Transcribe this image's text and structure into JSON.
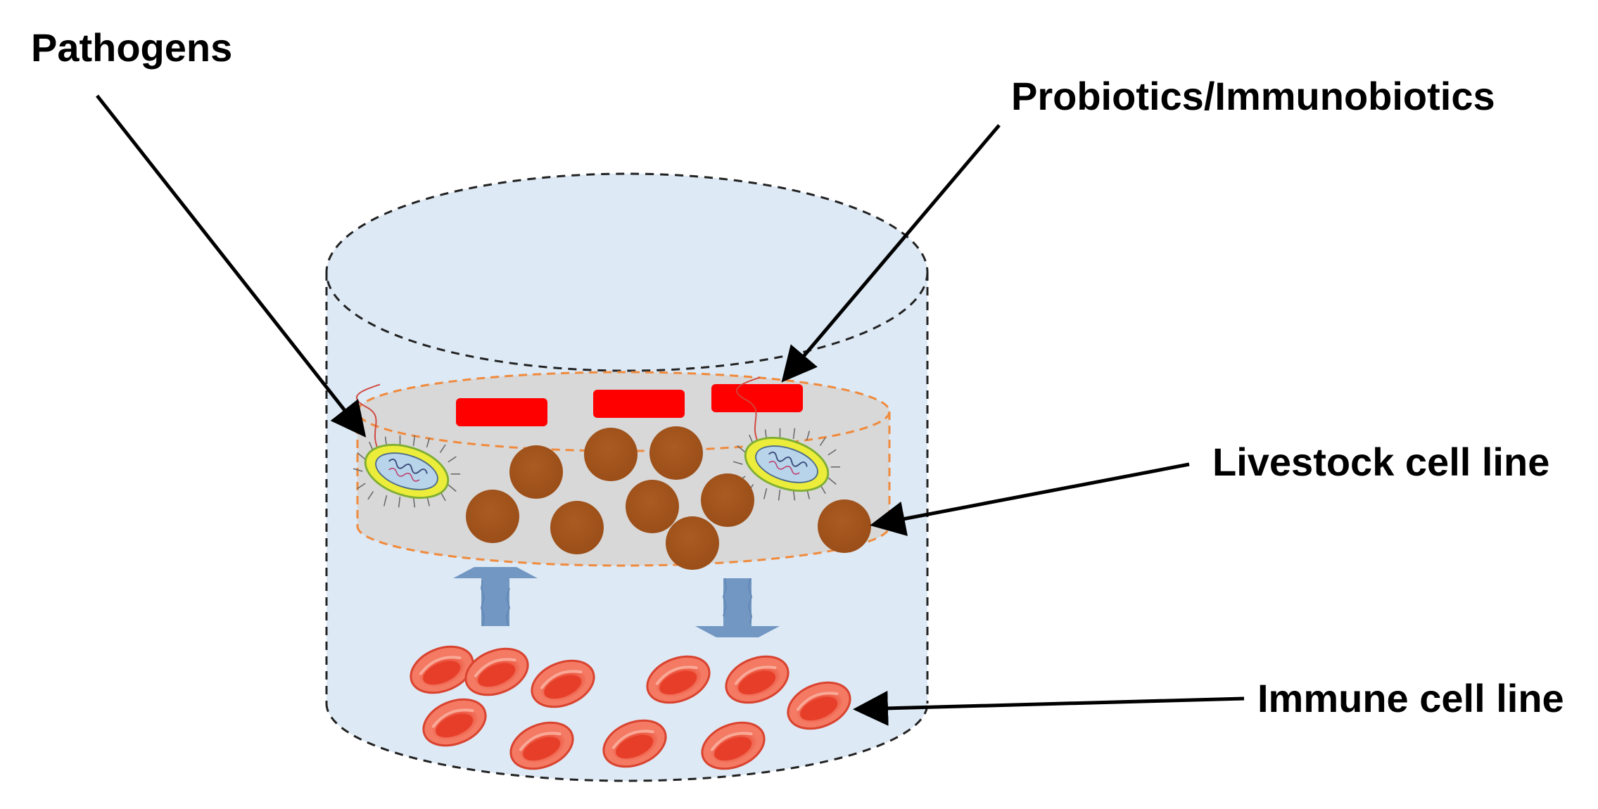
{
  "labels": {
    "pathogens": "Pathogens",
    "probiotics": "Probiotics/Immunobiotics",
    "livestock": "Livestock cell line",
    "immune": "Immune cell line"
  },
  "colors": {
    "cylinder_fill": "#dde9f5",
    "cylinder_outline": "#222222",
    "culture_layer_fill": "#d8d8d8",
    "culture_layer_outline": "#f08a3c",
    "probiotic_red": "#ff0000",
    "livestock_cell_brown": "#a0521a",
    "immune_cell_red": "#ef5a44",
    "immune_cell_core": "#e8432c",
    "exchange_arrow_blue": "#7297c2",
    "pathogen_yellow": "#ecec3a",
    "pathogen_border": "#7fae33",
    "pathogen_core": "#b7d4ea",
    "callout_arrow": "#000000"
  },
  "icons": {
    "pathogen": "bacterium-icon",
    "probiotic": "rod-bacterium-icon",
    "livestock_cell": "round-cell-icon",
    "immune_cell": "red-blood-cell-icon",
    "exchange_up": "block-arrow-up-icon",
    "exchange_down": "block-arrow-down-icon"
  }
}
